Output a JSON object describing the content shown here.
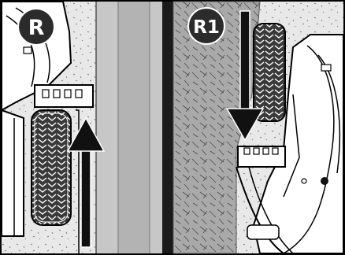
{
  "panels": [
    {
      "label": "R"
    },
    {
      "label": "R1"
    }
  ],
  "colors": {
    "ground_light": "#e8e8e8",
    "ground_mid": "#c7c7c7",
    "ground_dark": "#a9a9a9",
    "divider": "#1a1a1a",
    "badge": "#2b2b2b",
    "arrow": "#111111",
    "outline": "#000000"
  },
  "arrows": [
    {
      "panel": "R",
      "direction": "up"
    },
    {
      "panel": "R1",
      "direction": "down"
    }
  ],
  "icons": [
    "wheel-icon",
    "mower-deck-icon",
    "direction-arrow-icon"
  ]
}
